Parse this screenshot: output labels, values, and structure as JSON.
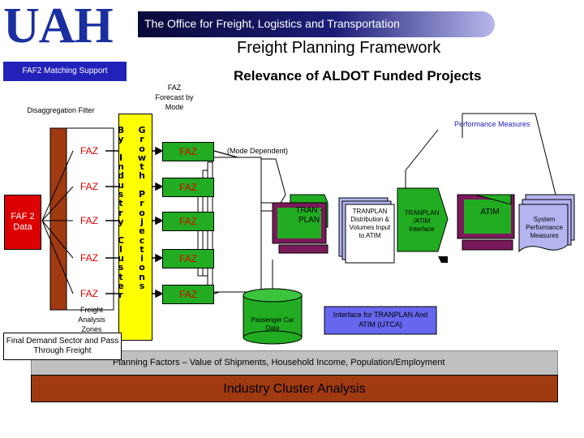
{
  "header": {
    "logo": "UAH",
    "banner": "The Office for Freight, Logistics and Transportation",
    "title": "Freight Planning Framework",
    "subtitle": "Relevance of ALDOT  Funded Projects"
  },
  "labels": {
    "faf2_matching": "FAF2 Matching Support",
    "disaggregation": "Disaggregation Filter",
    "faz_forecast": "FAZ Forecast by Mode",
    "performance_measures": "Performance Measures",
    "mode_dependent": "(Mode Dependent)",
    "faf2_data": "FAF 2 Data",
    "freight_analysis_zones": "Freight Analysis Zones",
    "final_demand": "Final Demand Sector and Pass Through Freight",
    "passenger_car": "Passenger Car Data",
    "interface_tranplan": "Interface for TRANPLAN And ATIM (UTCA)",
    "planning_factors": "Planning Factors – Value of Shipments, Household Income, Population/Employment",
    "industry_cluster": "Industry Cluster Analysis",
    "tranplan": "TRAN -PLAN",
    "tranplan_distribution": "TRANPLAN Distribution & Volumes Input to ATIM",
    "tranplan_atim": "TRANPLAN /ATIM Interface",
    "atim": "ATIM",
    "system_performance": "System Performance Measures"
  },
  "faz_left": [
    "FAZ",
    "FAZ",
    "FAZ",
    "FAZ",
    "FAZ"
  ],
  "faz_right": [
    "FAZ",
    "FAZ",
    "FAZ",
    "FAZ",
    "FAZ"
  ],
  "vertical": {
    "by_industry_cluster": "By Industry Cluster",
    "growth_projections": "Growth Projections"
  },
  "colors": {
    "logo": "#1a2fa0",
    "faz_green": "#21ac21",
    "faz_text": "#dd0000",
    "yellow_bar": "#ffff00",
    "faf2_red": "#dd0000",
    "tranplan_green": "#21ac21",
    "monitor_purple": "#7a1a5a",
    "doc_blue": "#b4b4f0",
    "interface_blue": "#6666ee",
    "industry_brown": "#a03a10"
  }
}
